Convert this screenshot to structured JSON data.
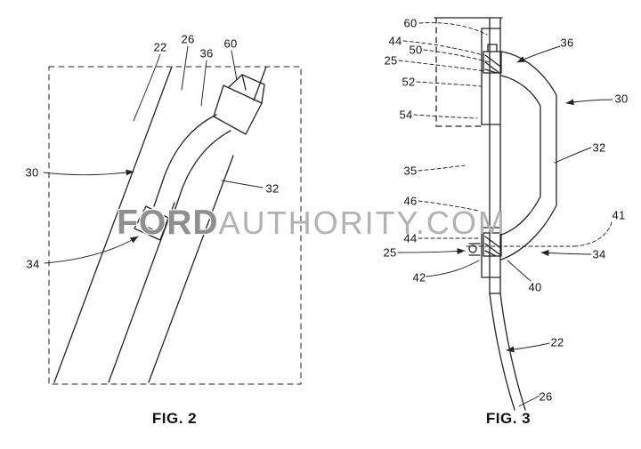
{
  "watermark": {
    "brand": "FORD",
    "site": " AUTHORITY.COM"
  },
  "fig2": {
    "caption": "FIG. 2",
    "labels": [
      {
        "ref": "22"
      },
      {
        "ref": "26"
      },
      {
        "ref": "36"
      },
      {
        "ref": "60"
      },
      {
        "ref": "30"
      },
      {
        "ref": "32"
      },
      {
        "ref": "34"
      }
    ]
  },
  "fig3": {
    "caption": "FIG. 3",
    "labels": [
      {
        "ref": "60"
      },
      {
        "ref": "44"
      },
      {
        "ref": "50"
      },
      {
        "ref": "25"
      },
      {
        "ref": "52"
      },
      {
        "ref": "54"
      },
      {
        "ref": "36"
      },
      {
        "ref": "30"
      },
      {
        "ref": "32"
      },
      {
        "ref": "35"
      },
      {
        "ref": "46"
      },
      {
        "ref": "44"
      },
      {
        "ref": "25"
      },
      {
        "ref": "42"
      },
      {
        "ref": "41"
      },
      {
        "ref": "34"
      },
      {
        "ref": "40"
      },
      {
        "ref": "22"
      },
      {
        "ref": "26"
      }
    ]
  },
  "colors": {
    "line": "#222222",
    "watermark_bold": "#8f8f8f",
    "watermark_light": "#b2b2b2"
  }
}
